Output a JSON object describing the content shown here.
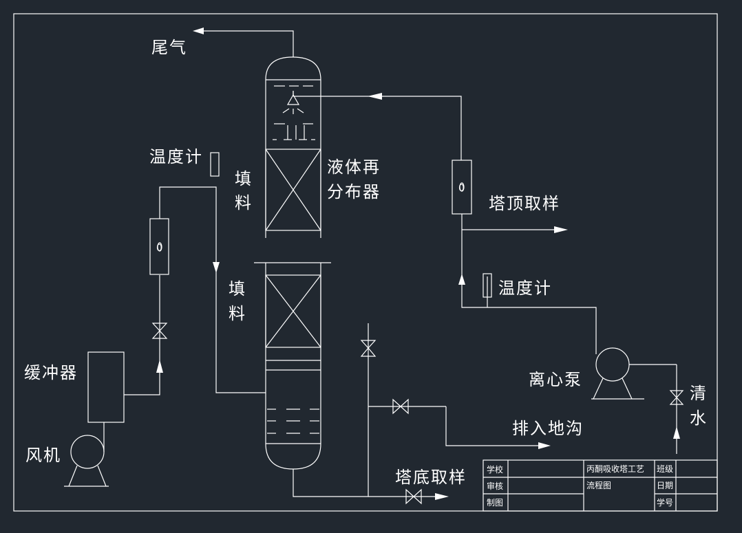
{
  "diagram": {
    "labels": {
      "tail_gas": "尾气",
      "thermometer_left": "温度计",
      "packing_upper_1": "填",
      "packing_upper_2": "料",
      "packing_lower_1": "填",
      "packing_lower_2": "料",
      "redistributor_1": "液体再",
      "redistributor_2": "分布器",
      "top_sampling": "塔顶取样",
      "thermometer_right": "温度计",
      "buffer": "缓冲器",
      "fan": "风机",
      "centrifugal_pump": "离心泵",
      "clear_water_1": "清",
      "clear_water_2": "水",
      "drain": "排入地沟",
      "bottom_sampling": "塔底取样",
      "rotameter_left": "0",
      "rotameter_right": "0"
    },
    "title_block": {
      "school": "学校",
      "reviewer": "审核",
      "drafter": "制图",
      "title_1": "丙酮吸收塔工艺",
      "title_2": "流程图",
      "class": "班级",
      "date": "日期",
      "student_id": "学号"
    }
  }
}
